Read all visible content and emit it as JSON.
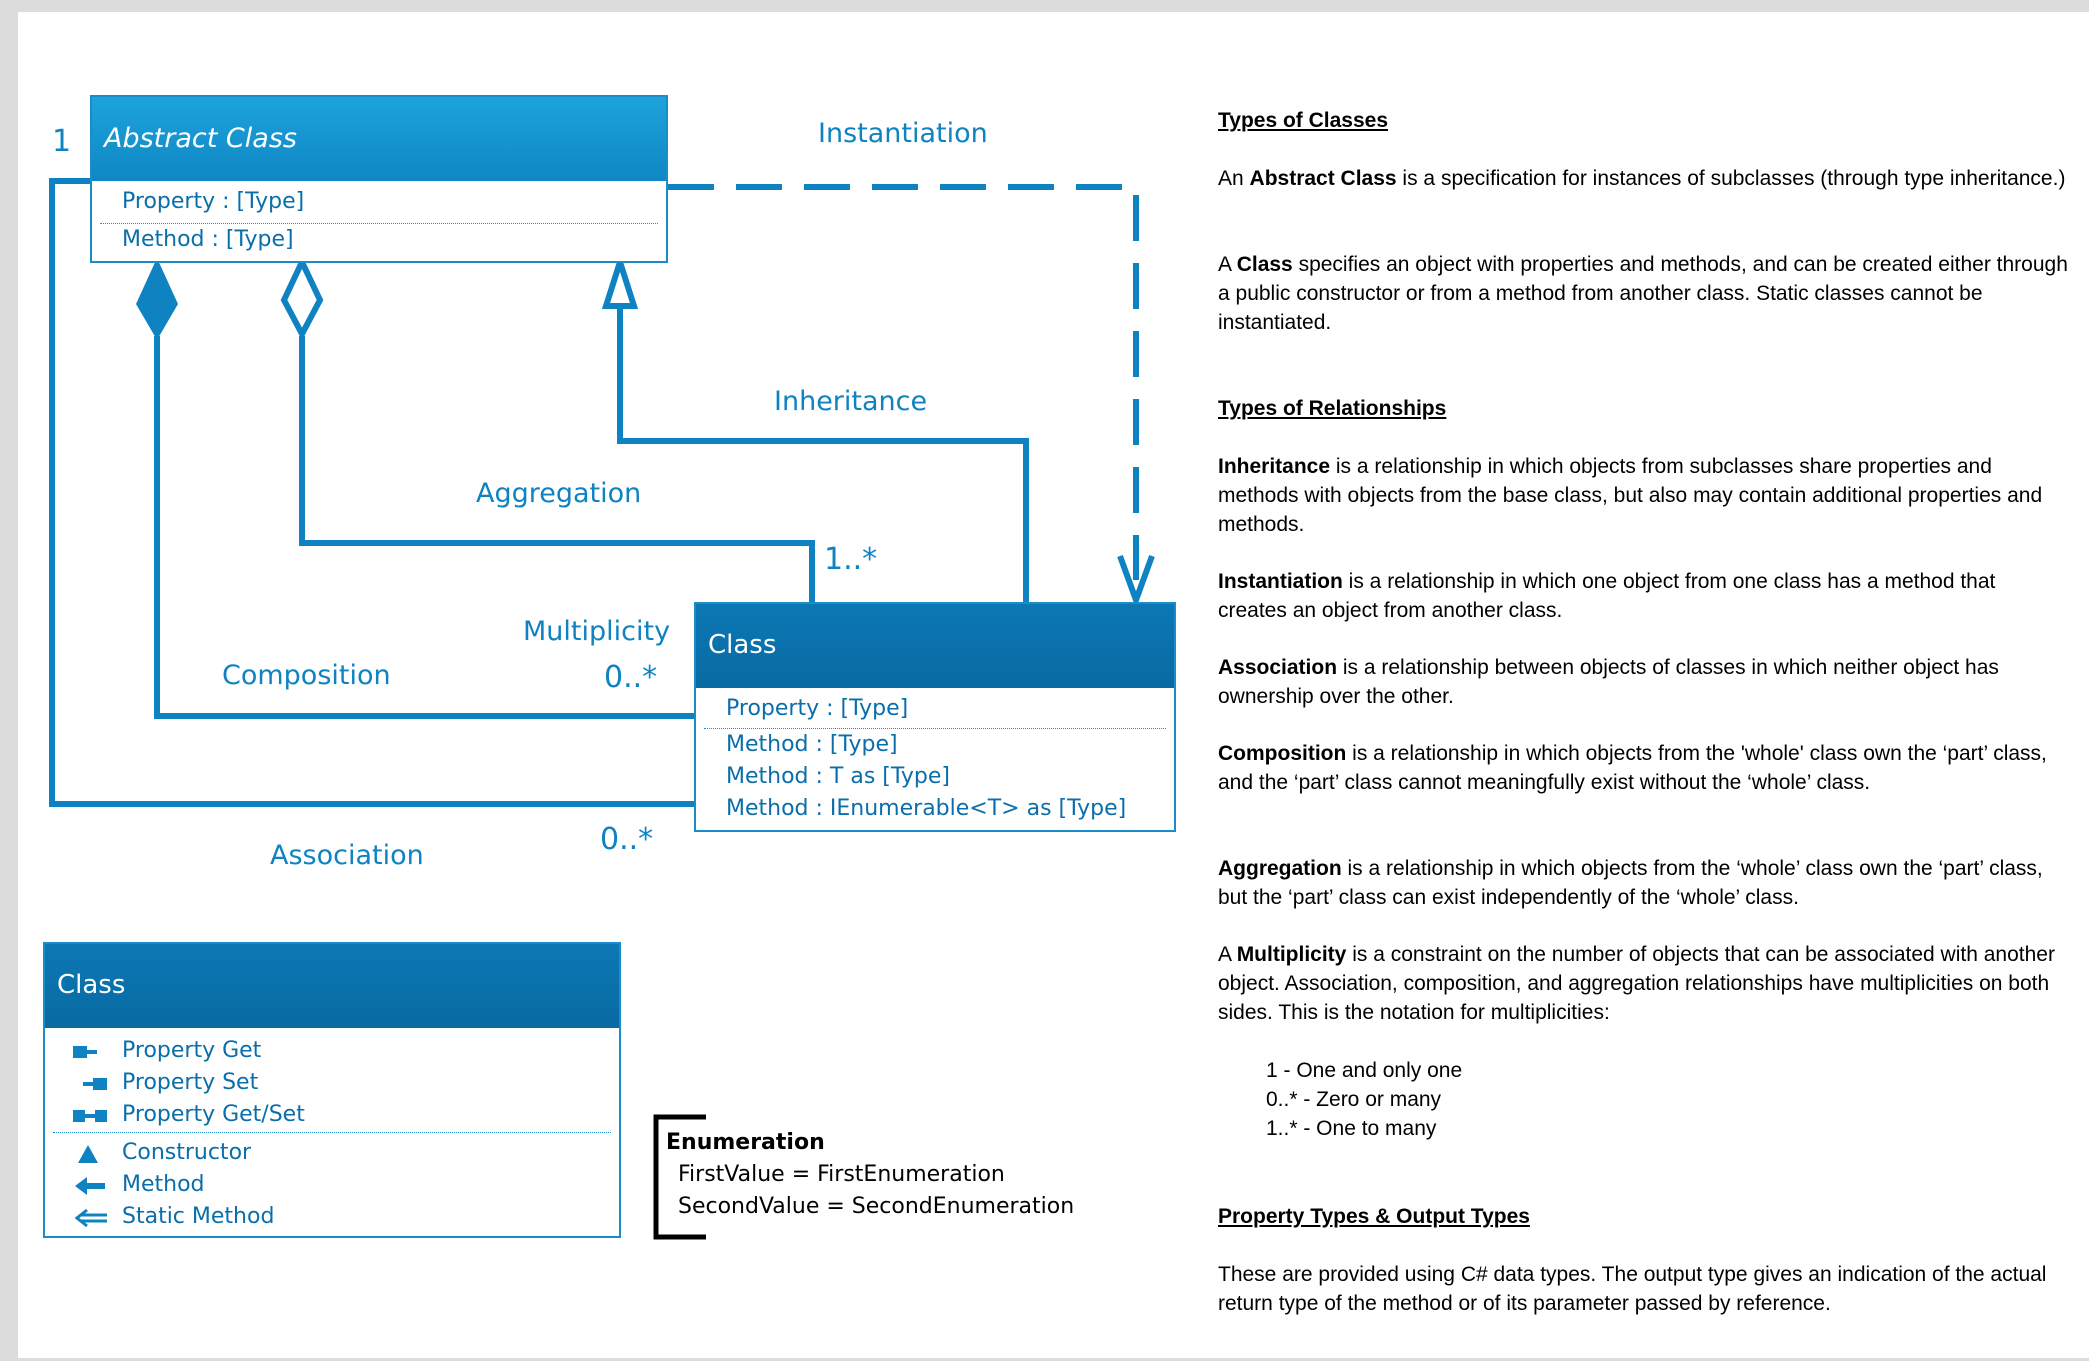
{
  "colors": {
    "accent": "#1a8cc7",
    "header_light": "#1da3dc",
    "header_dark": "#0b78b5",
    "label": "#0f83c2",
    "frame": "#dcdcdc"
  },
  "abstract_class": {
    "title": "Abstract Class",
    "property": "Property : [Type]",
    "method": "Method : [Type]"
  },
  "class_box": {
    "title": "Class",
    "property": "Property : [Type]",
    "methods": [
      "Method : [Type]",
      "Method : T as [Type]",
      "Method : IEnumerable<T> as [Type]"
    ]
  },
  "relationships": {
    "instantiation": "Instantiation",
    "inheritance": "Inheritance",
    "aggregation": "Aggregation",
    "composition": "Composition",
    "association": "Association",
    "multiplicity": "Multiplicity"
  },
  "multiplicity_labels": {
    "one": "1",
    "one_to_many": "1..*",
    "zero_many_composition": "0..*",
    "zero_many_association": "0..*"
  },
  "legend": {
    "title": "Class",
    "items": [
      {
        "icon": "property-get-icon",
        "label": "Property Get"
      },
      {
        "icon": "property-set-icon",
        "label": "Property Set"
      },
      {
        "icon": "property-get-set-icon",
        "label": "Property Get/Set"
      },
      {
        "icon": "constructor-icon",
        "label": "Constructor"
      },
      {
        "icon": "method-icon",
        "label": "Method"
      },
      {
        "icon": "static-method-icon",
        "label": "Static Method"
      }
    ]
  },
  "enumeration": {
    "title": "Enumeration",
    "values": [
      "FirstValue = FirstEnumeration",
      "SecondValue = SecondEnumeration"
    ]
  },
  "right_panel": {
    "types_of_classes": {
      "heading": "Types of Classes",
      "abstract_pre": "An ",
      "abstract_bold": "Abstract Class",
      "abstract_rest": " is a specification for instances of subclasses (through type inheritance.)",
      "class_pre": "A ",
      "class_bold": "Class",
      "class_rest": " specifies an object with properties and methods, and can be created either through a public constructor or from a method from another class. Static classes cannot be instantiated."
    },
    "types_of_relationships": {
      "heading": "Types of Relationships",
      "inheritance_bold": "Inheritance",
      "inheritance_rest": " is a relationship in which objects from subclasses share properties and methods with objects from the base class, but also may contain additional properties and methods.",
      "instantiation_bold": "Instantiation",
      "instantiation_rest": " is a relationship in which one object from one class has a method that creates an object from another class.",
      "association_bold": "Association",
      "association_rest": " is a relationship between objects of classes in which neither object has ownership over the other.",
      "composition_bold": "Composition",
      "composition_rest": " is a relationship in which objects from the 'whole' class own the ‘part’ class, and the ‘part’ class cannot meaningfully exist without the ‘whole’ class.",
      "aggregation_bold": "Aggregation",
      "aggregation_rest": " is a relationship in which objects from the ‘whole’ class own the ‘part’ class, but the ‘part’ class can exist independently of the ‘whole’ class.",
      "multiplicity_pre": "A ",
      "multiplicity_bold": "Multiplicity",
      "multiplicity_rest": " is a constraint on the number of objects that can be associated with another object. Association, composition, and aggregation relationships have multiplicities on both sides. This is the notation for multiplicities:",
      "notation": [
        "1 - One and only one",
        "0..* - Zero or many",
        "1..* - One to many"
      ]
    },
    "property_types": {
      "heading": "Property Types & Output Types",
      "text": "These are provided using C# data types. The output type gives an indication of the actual return type of the method or of its parameter passed by reference."
    }
  }
}
